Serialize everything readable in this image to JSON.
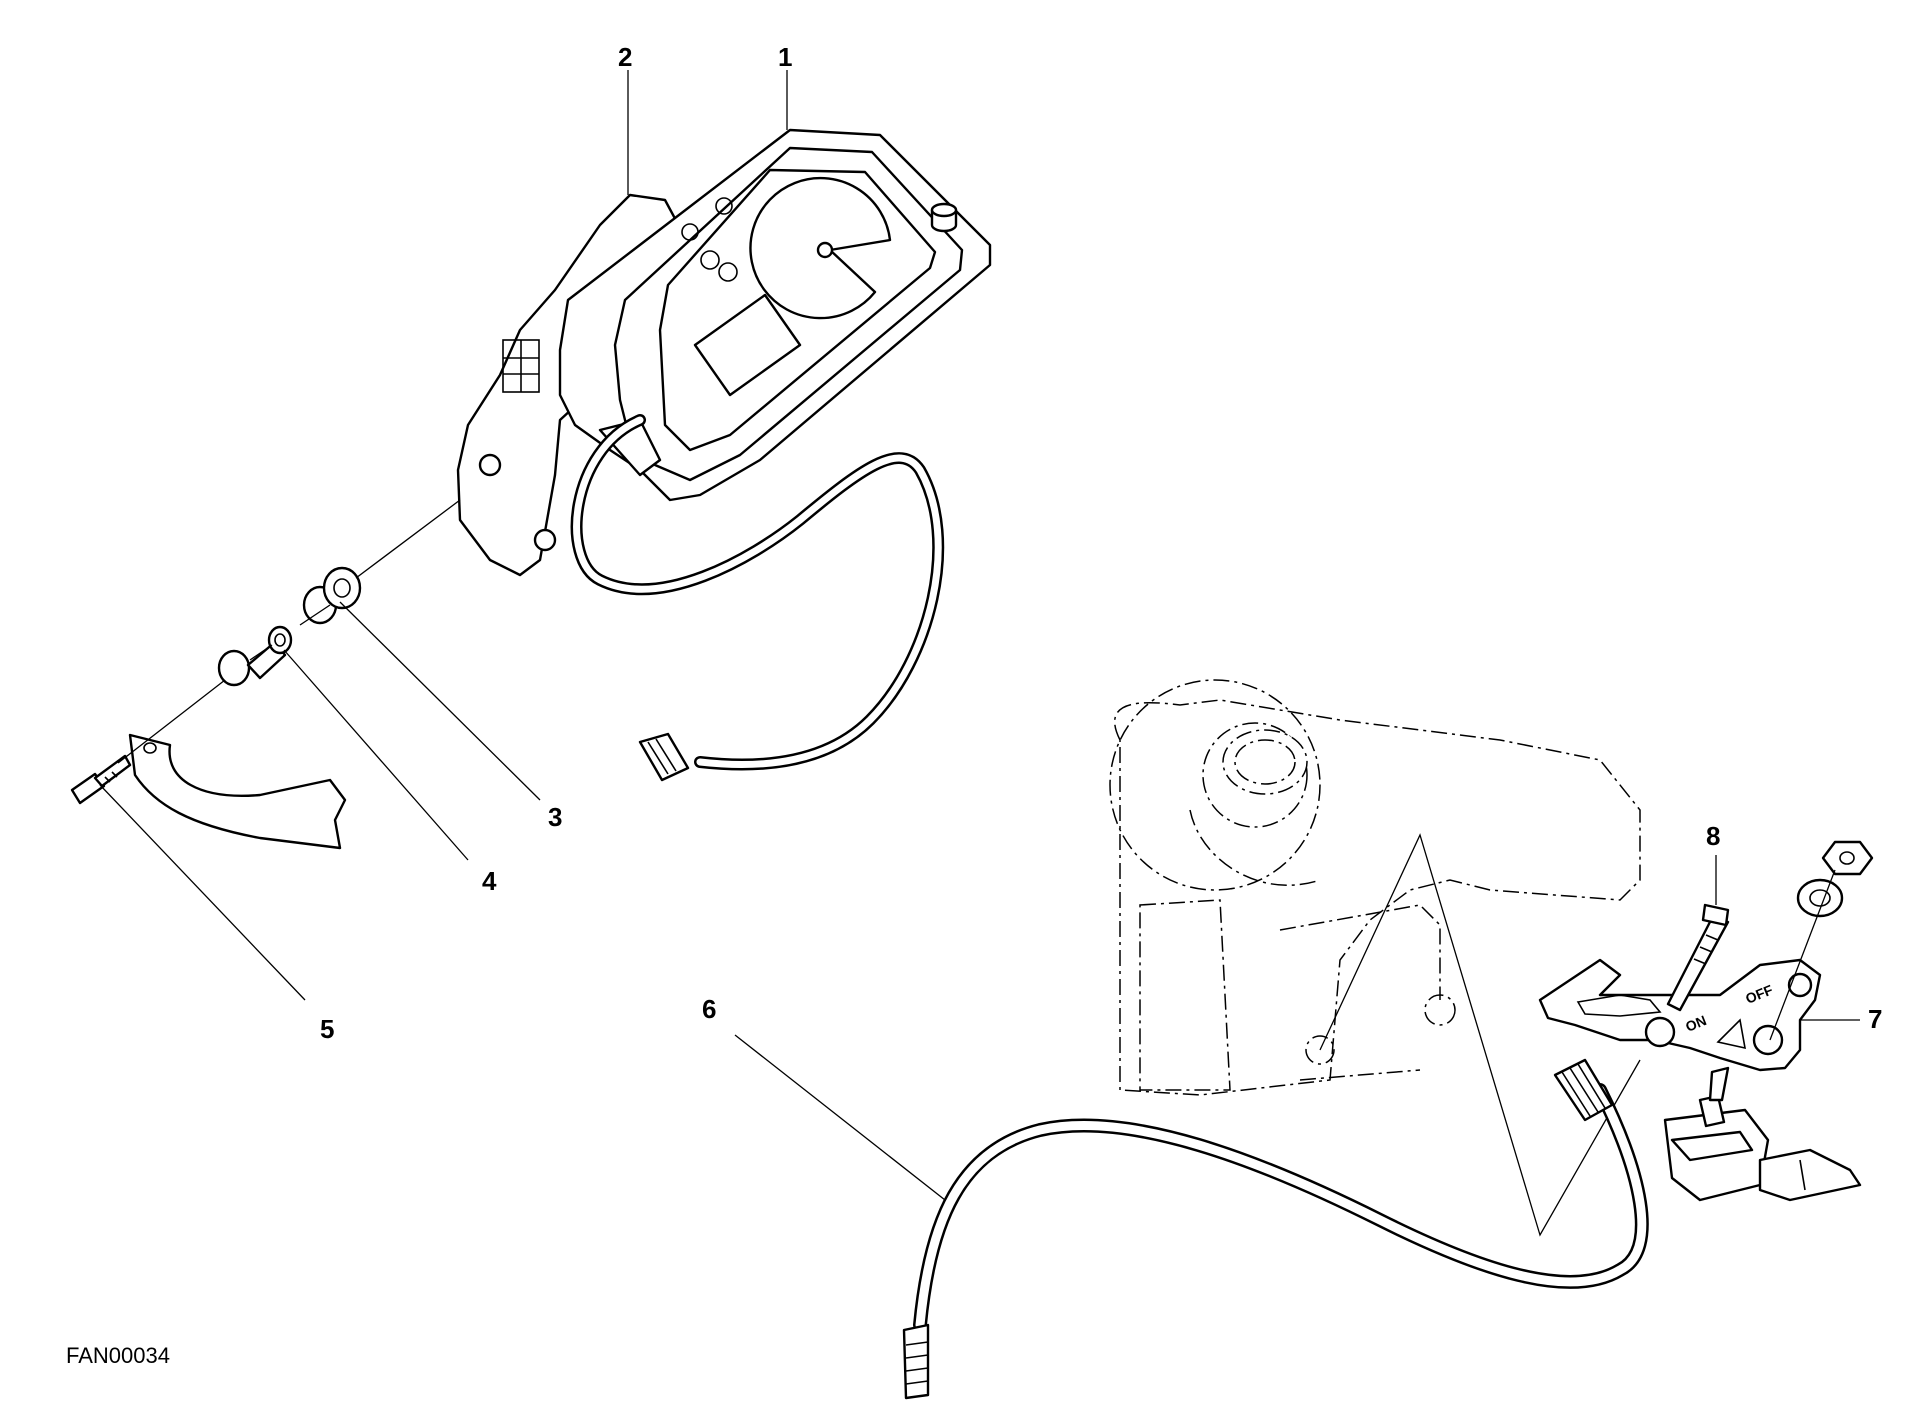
{
  "diagram": {
    "callouts": [
      {
        "id": "1",
        "label": "1"
      },
      {
        "id": "2",
        "label": "2"
      },
      {
        "id": "3",
        "label": "3"
      },
      {
        "id": "4",
        "label": "4"
      },
      {
        "id": "5",
        "label": "5"
      },
      {
        "id": "6",
        "label": "6"
      },
      {
        "id": "7",
        "label": "7"
      },
      {
        "id": "8",
        "label": "8"
      }
    ],
    "bracket_marks": {
      "on": "ON",
      "off": "OFF"
    },
    "drawing_code": "FAN00034"
  }
}
